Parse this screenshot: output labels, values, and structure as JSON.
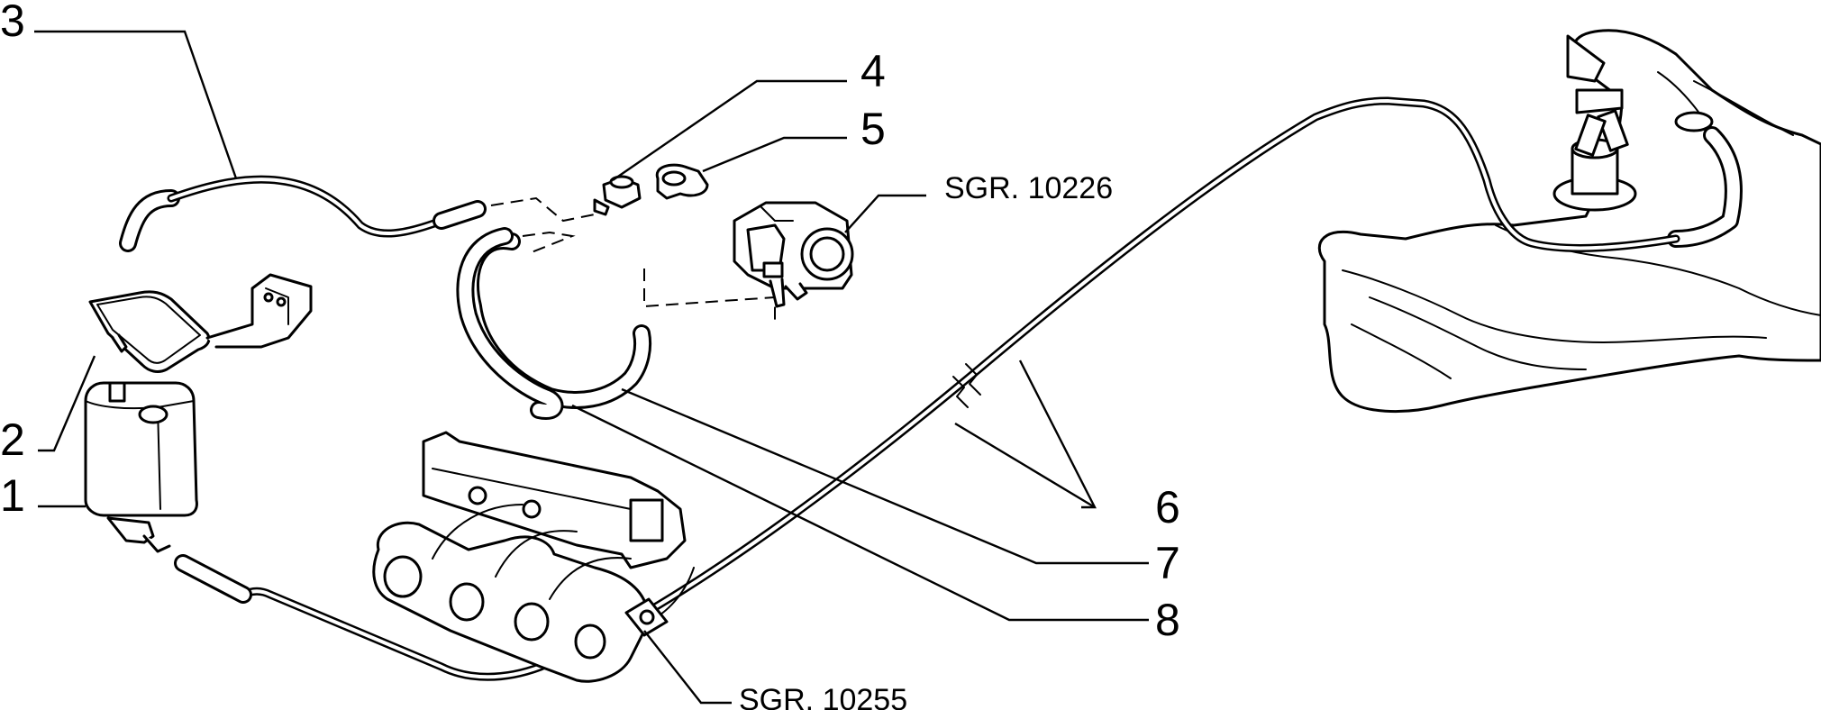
{
  "callouts": {
    "c1": "1",
    "c2": "2",
    "c3": "3",
    "c4": "4",
    "c5": "5",
    "c6": "6",
    "c7": "7",
    "c8": "8"
  },
  "references": {
    "throttle_body": "SGR. 10226",
    "intake_manifold": "SGR. 10255"
  }
}
